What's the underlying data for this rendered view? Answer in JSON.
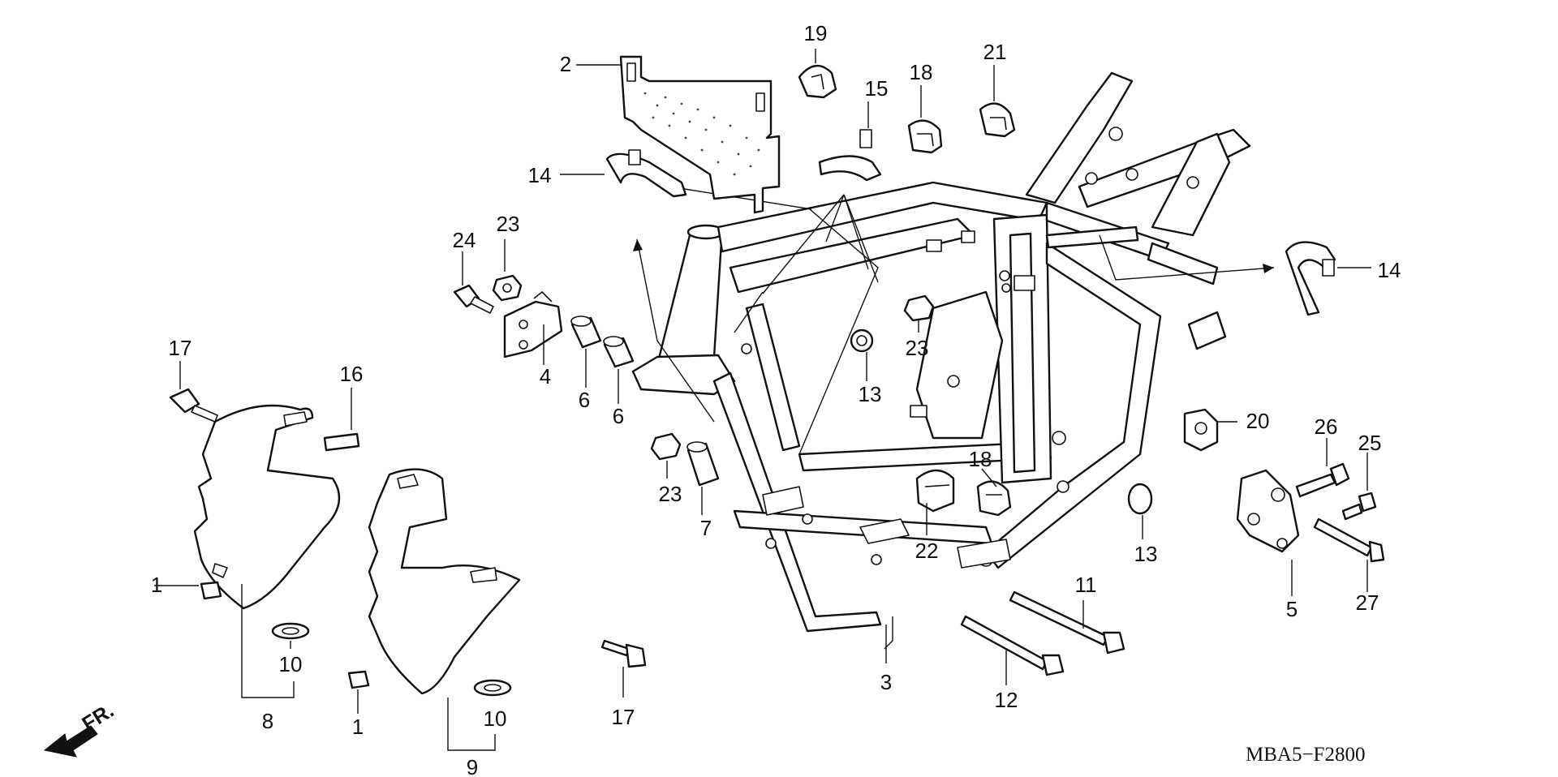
{
  "diagram_code": "MBA5−F2800",
  "direction_label": "FR.",
  "callouts": [
    "1",
    "2",
    "3",
    "4",
    "5",
    "6",
    "7",
    "8",
    "9",
    "10",
    "11",
    "12",
    "13",
    "14",
    "15",
    "16",
    "17",
    "18",
    "19",
    "20",
    "21",
    "22",
    "23",
    "24",
    "25",
    "26",
    "27"
  ]
}
